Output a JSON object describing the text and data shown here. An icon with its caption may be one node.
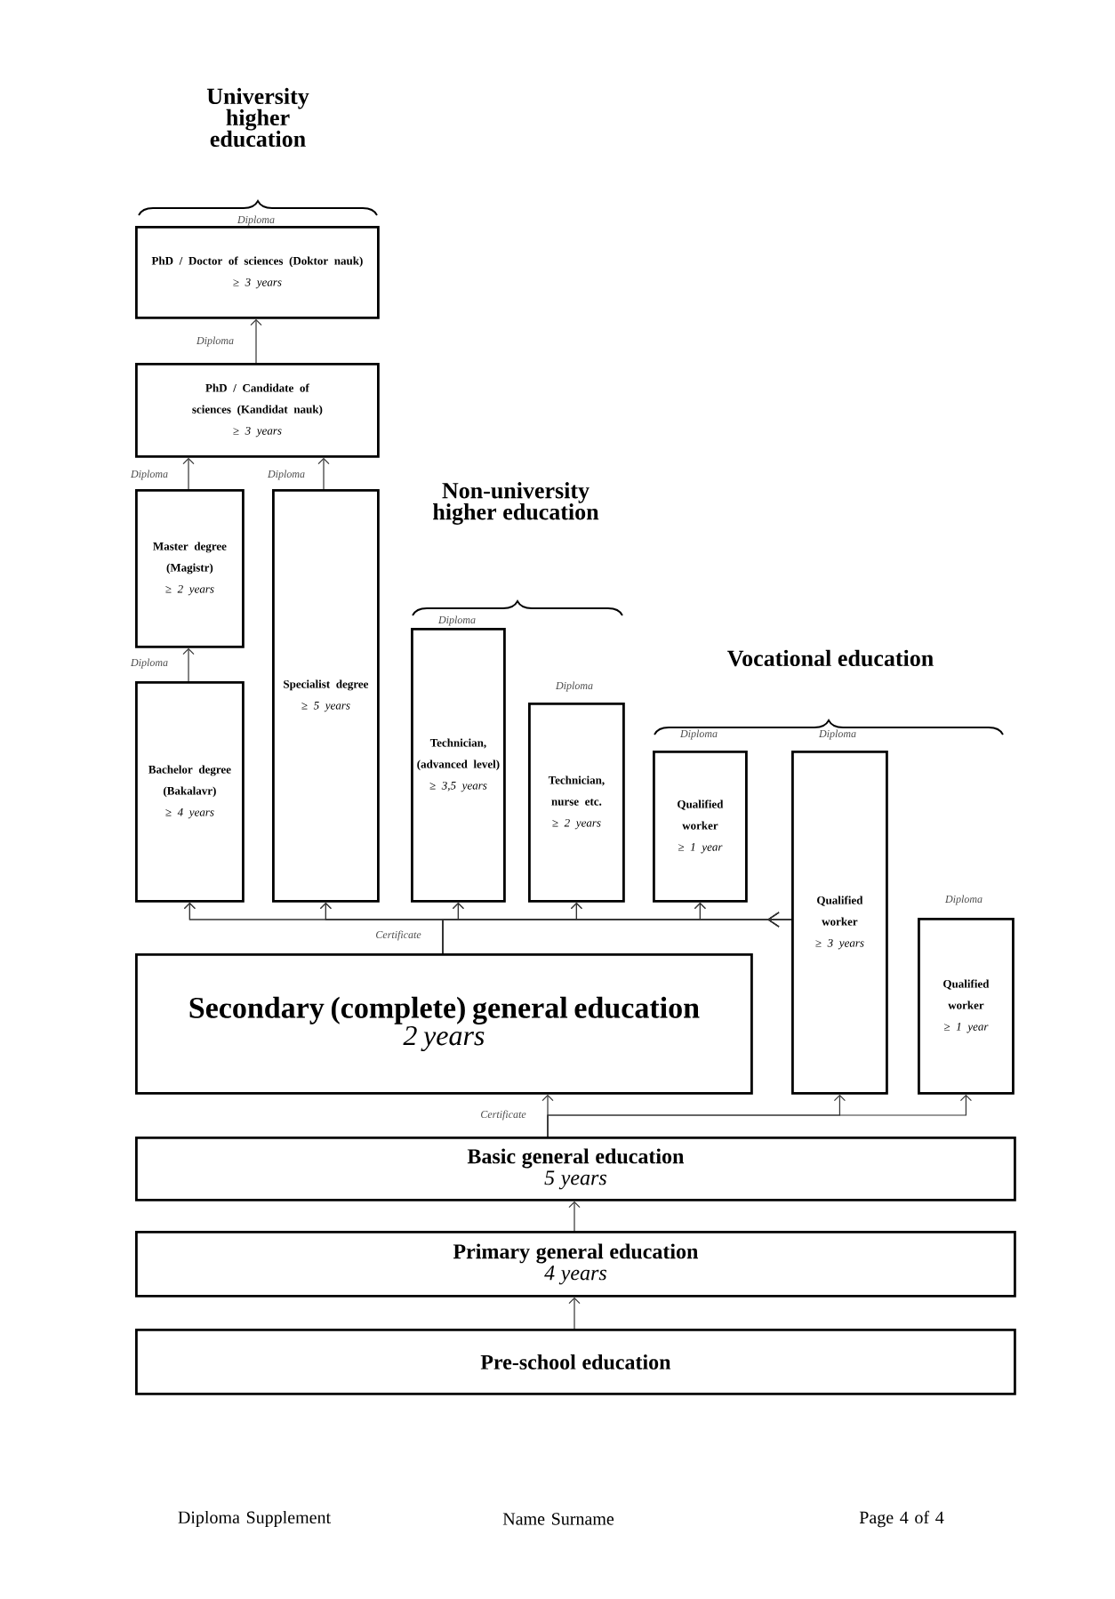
{
  "diagram": {
    "nodes": [
      {
        "text": [
          "PhD / Doctor of sciences (Doktor nauk)",
          "≥ 3 years"
        ],
        "beside": [
          "Diploma"
        ]
      },
      {
        "text": [
          "PhD / Candidate of sciences (Kandidat nauk)",
          "≥ 3 years"
        ]
      },
      {
        "text": [
          "Master degree (Magistr)",
          "≥ 2 years"
        ]
      },
      {
        "text": [
          "Specialist degree",
          "≥ 5 years"
        ]
      },
      {
        "text": [
          "Bachelor degree (Bakalavr)",
          "≥ 4 years"
        ]
      },
      {
        "text": [
          "Technician, (advanced level)",
          "≥ 3,5 years"
        ],
        "beside": [
          "Diploma"
        ]
      },
      {
        "text": [
          "Technician, nurse etc.",
          "≥ 2 years"
        ],
        "beside": [
          "Diploma"
        ]
      },
      {
        "text": [
          "Qualified worker",
          "≥ 1 year"
        ],
        "beside": [
          "Diploma"
        ]
      },
      {
        "text": [
          "Qualified worker",
          "≥ 3 years"
        ],
        "beside": [
          "Diploma"
        ]
      },
      {
        "text": [
          "Qualified worker",
          "≥ 1 year"
        ],
        "beside": [
          "Diploma"
        ]
      },
      {
        "text": [
          "Secondary (complete) general education",
          "2 years"
        ]
      },
      {
        "text": [
          "Basic general education",
          "5 years"
        ]
      },
      {
        "text": [
          "Primary general education",
          "4 years"
        ]
      },
      {
        "text": [
          "Pre-school education"
        ]
      }
    ],
    "edges": [
      {
        "from": 13,
        "to": 12,
        "arrow": "to"
      },
      {
        "from": 12,
        "to": 11,
        "arrow": "to"
      },
      {
        "from": 11,
        "to": 10,
        "arrow": "to",
        "label": "Certificate"
      },
      {
        "from": 11,
        "to": 8,
        "arrow": "to"
      },
      {
        "from": 11,
        "to": 9,
        "arrow": "to"
      },
      {
        "from": 10,
        "to": 4,
        "arrow": "to",
        "label": "Certificate"
      },
      {
        "from": 10,
        "to": 3,
        "arrow": "to"
      },
      {
        "from": 10,
        "to": 5,
        "arrow": "to"
      },
      {
        "from": 10,
        "to": 6,
        "arrow": "to"
      },
      {
        "from": 10,
        "to": 7,
        "arrow": "to"
      },
      {
        "from": 8,
        "to": 4,
        "arrow": "to"
      },
      {
        "from": 8,
        "to": 3,
        "arrow": "to"
      },
      {
        "from": 8,
        "to": 5,
        "arrow": "to"
      },
      {
        "from": 8,
        "to": 6,
        "arrow": "to"
      },
      {
        "from": 8,
        "to": 7,
        "arrow": "to"
      },
      {
        "from": 4,
        "to": 2,
        "arrow": "to",
        "label": "Diploma"
      },
      {
        "from": 2,
        "to": 1,
        "arrow": "to",
        "label": "Diploma"
      },
      {
        "from": 3,
        "to": 1,
        "arrow": "to",
        "label": "Diploma"
      },
      {
        "from": 1,
        "to": 0,
        "arrow": "to",
        "label": "Diploma"
      }
    ],
    "labels": [
      "University higher education",
      "Non-university higher education",
      "Vocational education",
      "Diploma Supplement",
      "Name Surname",
      "Page 4 of 4"
    ]
  }
}
